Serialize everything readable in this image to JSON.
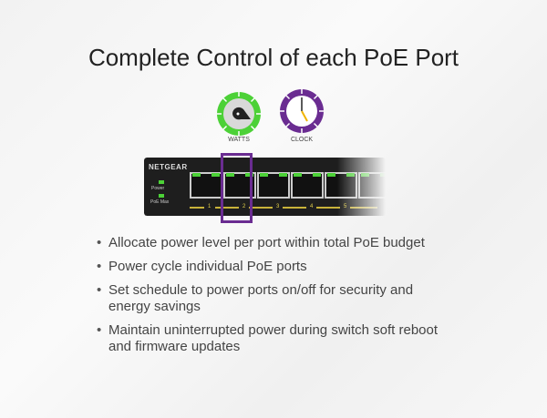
{
  "title": "Complete Control of each PoE Port",
  "icons": [
    {
      "name": "watts-icon",
      "label": "WATTS",
      "color": "#4cd137"
    },
    {
      "name": "clock-icon",
      "label": "CLOCK",
      "color": "#6a2c91"
    }
  ],
  "switch": {
    "brand": "NETGEAR",
    "labels": {
      "power": "Power",
      "poe_max": "PoE Max"
    },
    "ports": [
      "1",
      "2",
      "3",
      "4",
      "5"
    ],
    "highlight_color": "#6a2c91"
  },
  "bullets": [
    "Allocate power level per port within total PoE budget",
    "Power cycle individual PoE ports",
    "Set schedule to power ports on/off for security and energy savings",
    "Maintain uninterrupted power during switch soft reboot and firmware updates"
  ]
}
